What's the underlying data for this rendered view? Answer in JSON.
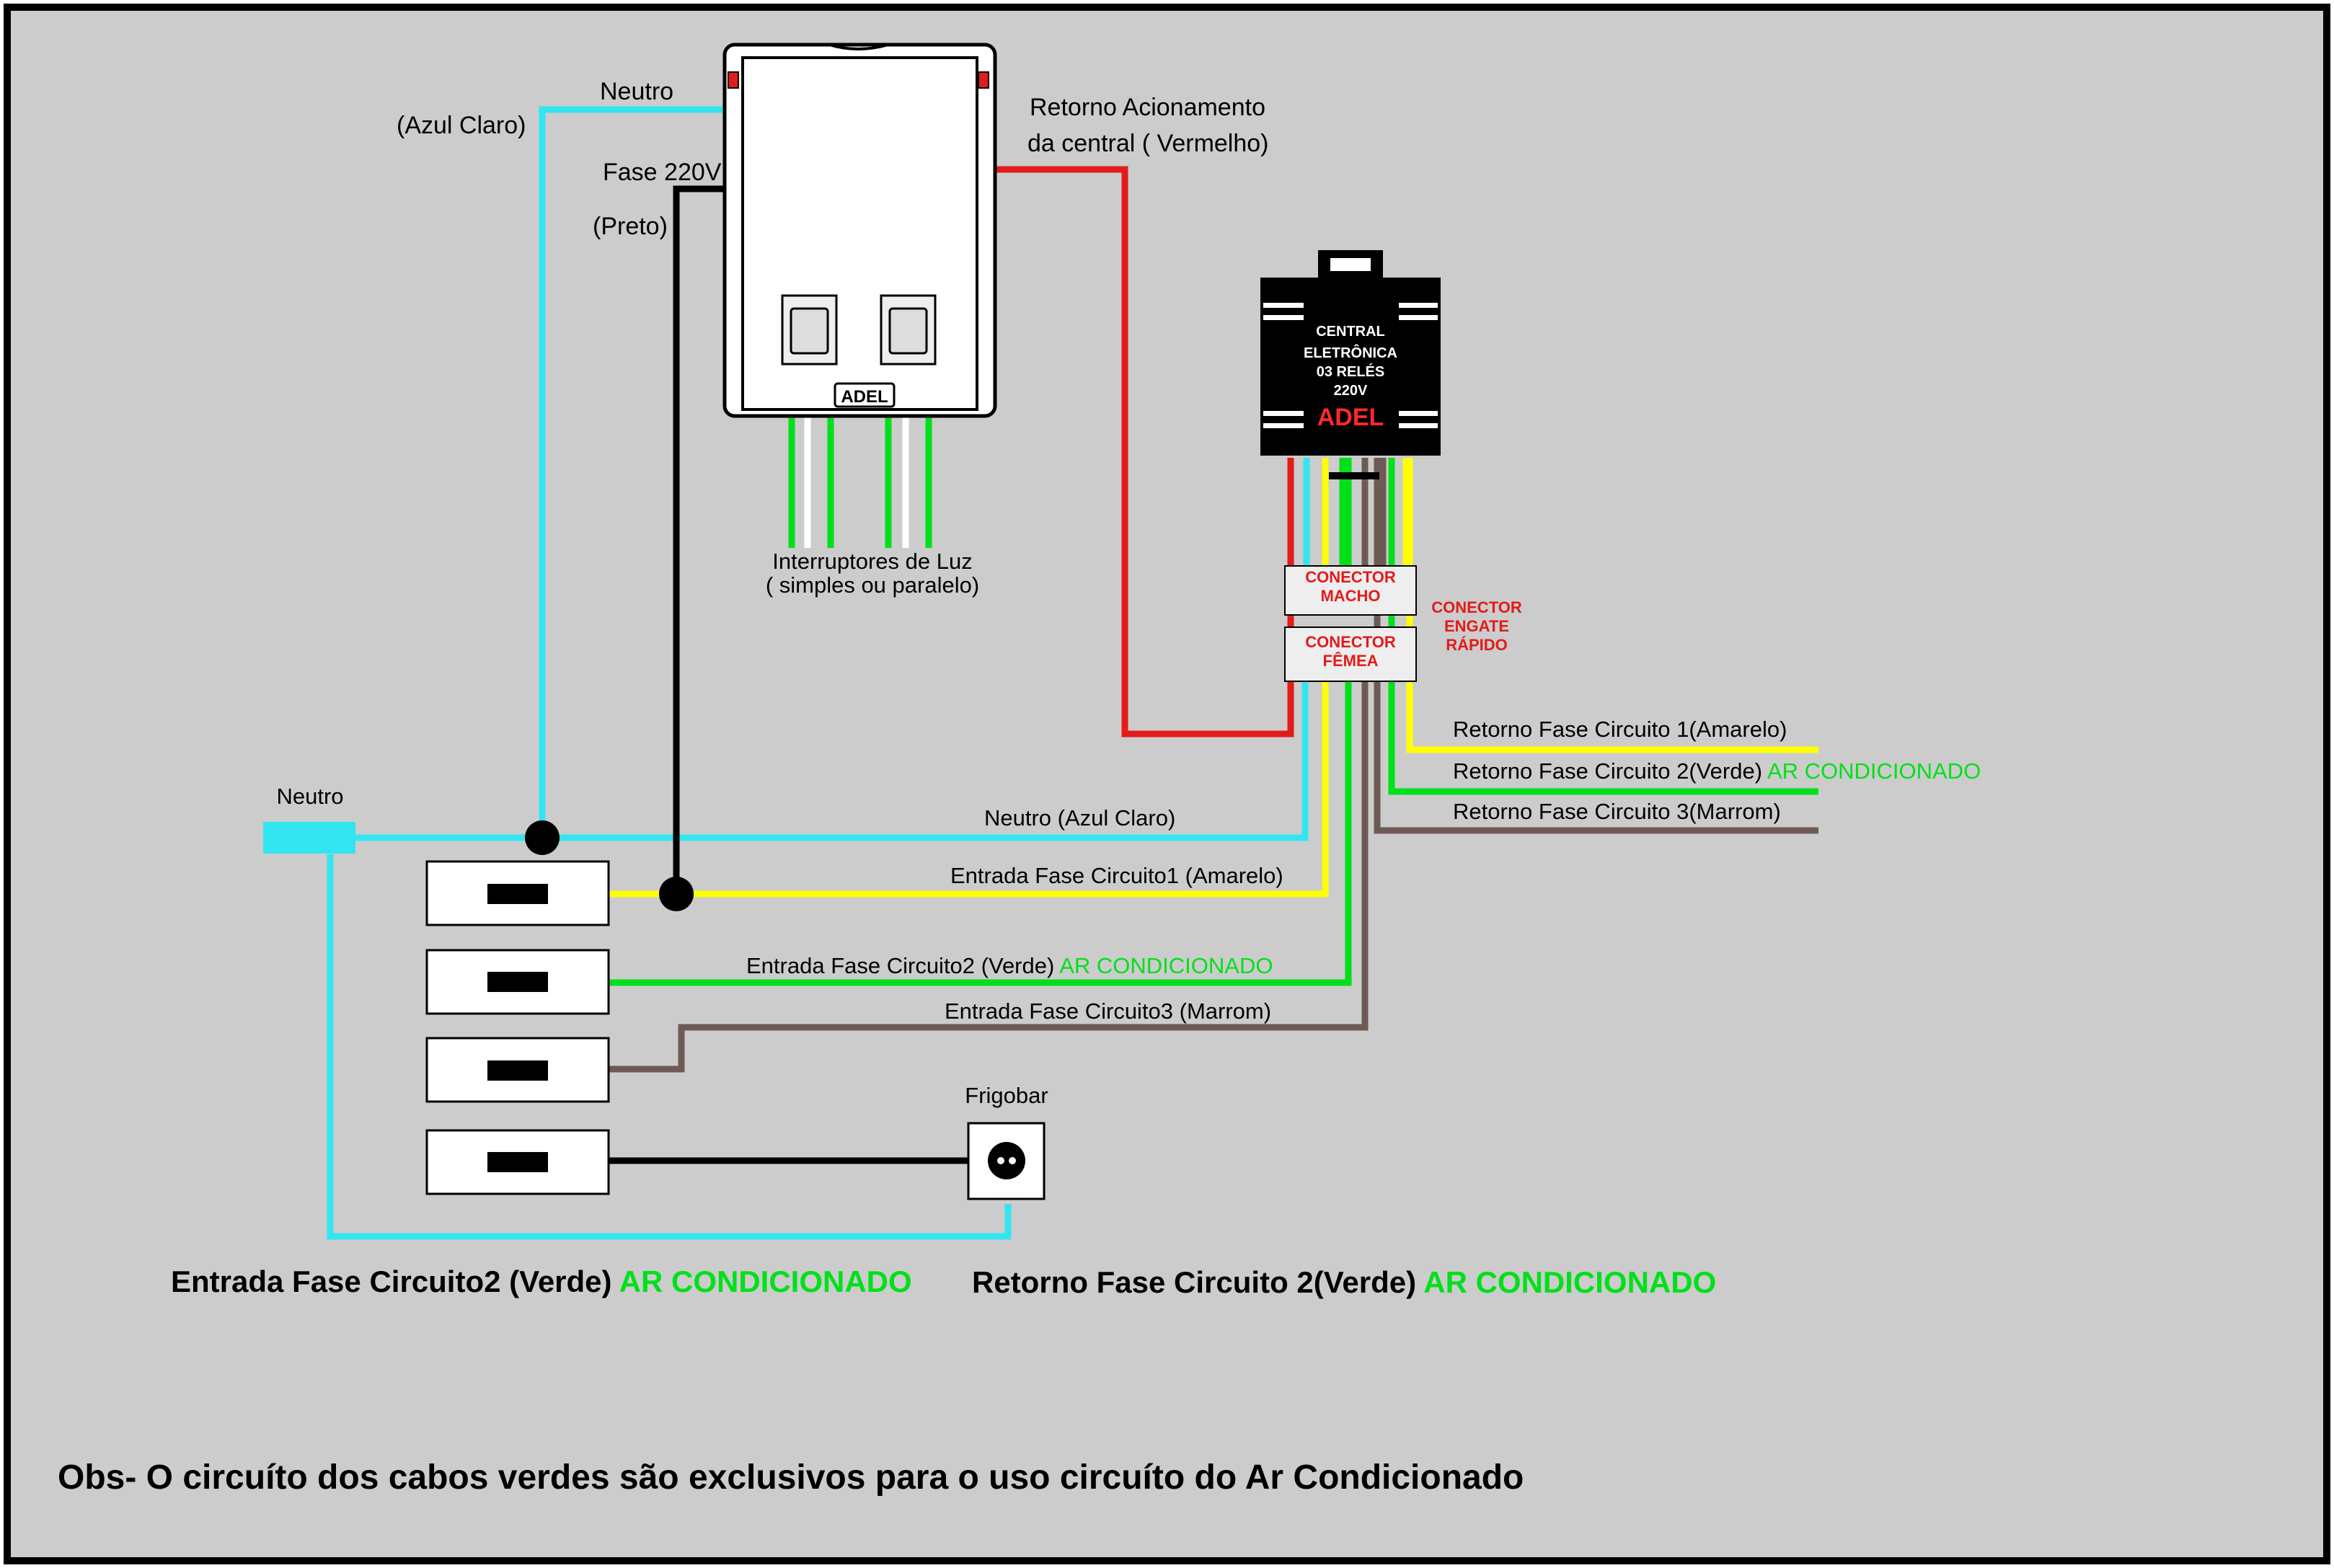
{
  "colors": {
    "background": "#cccccc",
    "border": "#000000",
    "neutral": "#33e5f0",
    "phase_black": "#000000",
    "return_red": "#e31b1b",
    "circuit1_yellow": "#ffff00",
    "circuit2_green": "#00e01a",
    "circuit3_brown": "#6e5a55",
    "label_red": "#e31b1b",
    "label_green": "#00e01a"
  },
  "panel": {
    "brand": "ADEL",
    "neutral_label": "Neutro",
    "neutral_color_label": "(Azul Claro)",
    "phase_label": "Fase 220V",
    "phase_color_label": "(Preto)",
    "return_label_line1": "Retorno Acionamento",
    "return_label_line2": "da central ( Vermelho)",
    "switches_label_line1": "Interruptores de Luz",
    "switches_label_line2": "( simples ou paralelo)"
  },
  "central": {
    "line1": "CENTRAL",
    "line2": "ELETRÔNICA",
    "line3": "03 RELÉS",
    "line4": "220V",
    "brand": "ADEL"
  },
  "connectors": {
    "male_line1": "CONECTOR",
    "male_line2": "MACHO",
    "female_line1": "CONECTOR",
    "female_line2": "FÊMEA",
    "quick_line1": "CONECTOR",
    "quick_line2": "ENGATE",
    "quick_line3": "RÁPIDO"
  },
  "returns": {
    "circuit1": "Retorno Fase Circuito 1(Amarelo)",
    "circuit2": "Retorno Fase Circuito 2(Verde)",
    "circuit2_suffix": "AR CONDICIONADO",
    "circuit3": "Retorno Fase Circuito 3(Marrom)"
  },
  "inputs": {
    "neutral_bar_label": "Neutro",
    "neutral_wire_label": "Neutro (Azul Claro)",
    "circuit1": "Entrada Fase Circuito1 (Amarelo)",
    "circuit2": "Entrada Fase Circuito2 (Verde)",
    "circuit2_suffix": "AR CONDICIONADO",
    "circuit3": "Entrada Fase Circuito3 (Marrom)",
    "frigobar": "Frigobar"
  },
  "notes": {
    "entrada": "Entrada Fase Circuito2 (Verde)",
    "entrada_suffix": "AR CONDICIONADO",
    "retorno": "Retorno Fase Circuito 2(Verde)",
    "retorno_suffix": "AR CONDICIONADO",
    "obs": "Obs- O circuíto dos cabos verdes são exclusivos para o uso circuíto do Ar Condicionado"
  }
}
